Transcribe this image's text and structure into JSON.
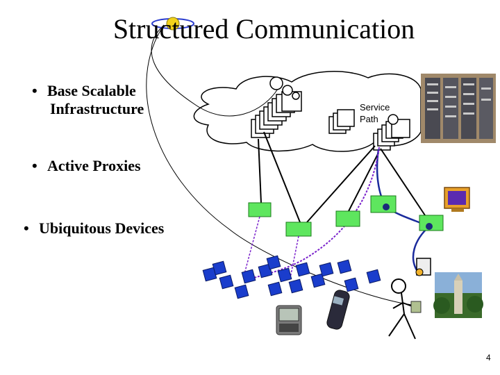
{
  "slide": {
    "title": "Structured Communication",
    "bullets": [
      {
        "dot": "•",
        "line1": "Base Scalable",
        "line2": "Infrastructure"
      },
      {
        "dot": "•",
        "line1": "Active Proxies"
      },
      {
        "dot": "•",
        "line1": "Ubiquitous Devices"
      }
    ],
    "diagram": {
      "service_path_label": [
        "Service",
        "Path"
      ]
    },
    "page_number": "4"
  },
  "colors": {
    "proxy_green": "#5ee65e",
    "device_blue": "#1a3dcc",
    "link_black": "#000000",
    "service_path_blue": "#1a2a9c",
    "service_path_purple": "#7a22cc"
  }
}
